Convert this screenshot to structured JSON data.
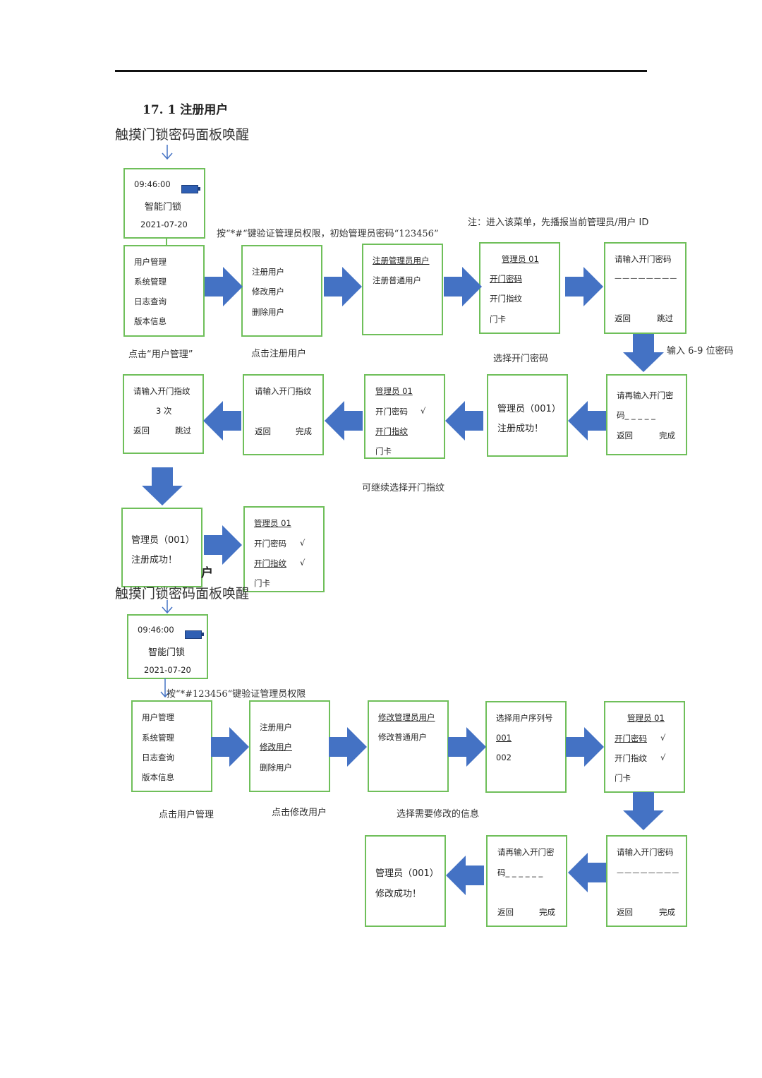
{
  "section_title": "17. 1 注册用户",
  "wake_text": "触摸门锁密码面板唤醒",
  "wake_text_overlap_suffix": "户",
  "home_screen": {
    "time": "09:46:00",
    "name": "智能门锁",
    "date": "2021-07-20"
  },
  "register_flow": {
    "verify_note": "按“*#“键验证管理员权限，初始管理员密码“123456”",
    "menu_note": "注：进入该菜单，先播报当前管理员/用户 ID",
    "main_menu": [
      "用户管理",
      "系统管理",
      "日志查询",
      "版本信息"
    ],
    "user_menu": [
      "注册用户",
      "修改用户",
      "删除用户"
    ],
    "register_menu": [
      "注册管理员用户",
      "注册普通用户"
    ],
    "admin_menu": {
      "title": "管理员 01",
      "items": [
        "开门密码",
        "开门指纹",
        "门卡"
      ]
    },
    "pwd_input": {
      "prompt": "请输入开门密码",
      "dashes": "— — — — — — — —",
      "back": "返回",
      "skip": "跳过"
    },
    "pwd_reinput": {
      "prompt_line1": "请再输入开门密",
      "prompt_line2": "码_ _ _ _ _",
      "back": "返回",
      "done": "完成"
    },
    "success": {
      "line1": "管理员（001）",
      "line2": "注册成功！"
    },
    "admin_menu_after_pwd": {
      "title": "管理员 01",
      "items": [
        "开门密码",
        "开门指纹",
        "门卡"
      ],
      "check": "√"
    },
    "fp_input_1": {
      "prompt": "请输入开门指纹",
      "back": "返回",
      "done": "完成"
    },
    "fp_input_2": {
      "prompt": "请输入开门指纹",
      "count": "3 次",
      "back": "返回",
      "skip": "跳过"
    },
    "success_2": {
      "line1": "管理员（001）",
      "line2": "注册成功！"
    },
    "admin_menu_final": {
      "title": "管理员 01",
      "items": [
        "开门密码",
        "开门指纹",
        "门卡"
      ],
      "check": "√"
    },
    "captions": {
      "click_user_mgmt": "点击“用户管理”",
      "click_register": "点击注册用户",
      "choose_pwd": "选择开门密码",
      "input_pwd": "输入 6-9 位密码",
      "continue_fp": "可继续选择开门指纹"
    }
  },
  "modify_flow": {
    "verify_note": "按“*#123456“键验证管理员权限",
    "main_menu": [
      "用户管理",
      "系统管理",
      "日志查询",
      "版本信息"
    ],
    "user_menu": [
      "注册用户",
      "修改用户",
      "删除用户"
    ],
    "modify_menu": [
      "修改管理员用户",
      "修改普通用户"
    ],
    "select_user": {
      "title": "选择用户序列号",
      "items": [
        "001",
        "002"
      ]
    },
    "admin_menu": {
      "title": "管理员 01",
      "items": [
        "开门密码",
        "开门指纹",
        "门卡"
      ],
      "check": "√"
    },
    "pwd_input": {
      "prompt": "请输入开门密码",
      "dashes": "— — — — — — — —",
      "back": "返回",
      "done": "完成"
    },
    "pwd_reinput": {
      "prompt_line1": "请再输入开门密",
      "prompt_line2": "码_ _ _ _ _ _",
      "back": "返回",
      "done": "完成"
    },
    "success": {
      "line1": "管理员（001）",
      "line2": "修改成功！"
    },
    "captions": {
      "click_user_mgmt": "点击用户管理",
      "click_modify": "点击修改用户",
      "choose_info": "选择需要修改的信息"
    }
  },
  "colors": {
    "box_border": "#6fbf5a",
    "arrow": "#4472c4",
    "battery": "#2f5fb3"
  }
}
